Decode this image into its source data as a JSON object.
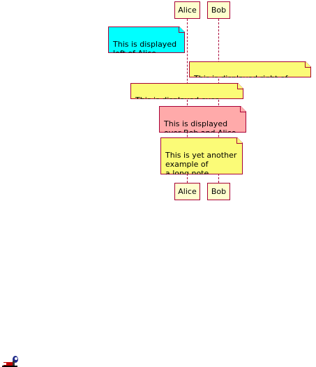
{
  "participants": {
    "alice": "Alice",
    "bob": "Bob"
  },
  "notes": {
    "left_of_alice": "This is displayed\nleft of Alice",
    "right_of_alice": "This is displayed right of Alice.",
    "over_alice": "This is displayed over Alice.",
    "over_bob_and_alice": "This is displayed\nover Bob and Alice.",
    "long_note": "This is yet another\nexample of\na long note."
  },
  "colors": {
    "border": "#a80036",
    "participant_fill": "#fefece",
    "note_default": "#fbfb77",
    "note_left": "#00ffff",
    "note_group": "#ffaaaa"
  },
  "footer": {
    "icon": "mascot-icon"
  }
}
